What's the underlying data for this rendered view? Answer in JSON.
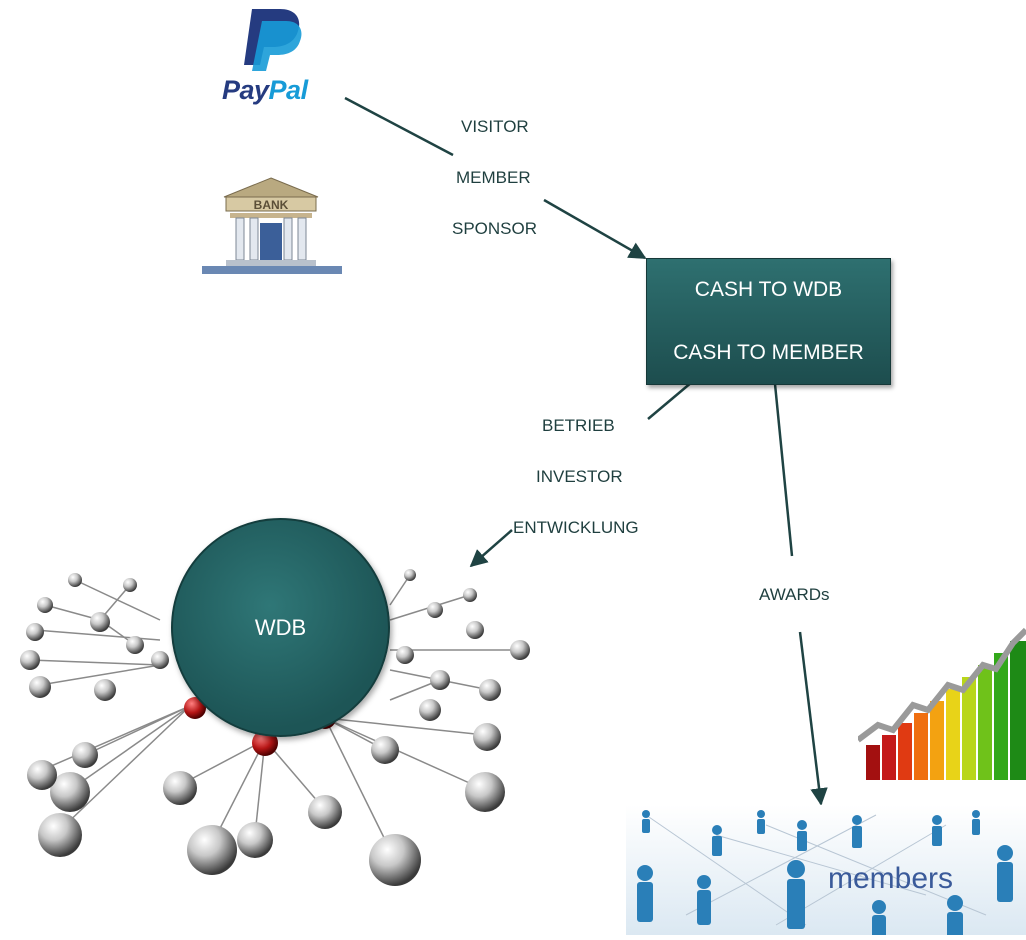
{
  "logos": {
    "paypal_pay": "Pay",
    "paypal_pal": "Pal",
    "bank_sign": "BANK"
  },
  "flow_labels": {
    "visitor": "VISITOR",
    "member": "MEMBER",
    "sponsor": "SPONSOR",
    "betrieb": "BETRIEB",
    "investor": "INVESTOR",
    "entwicklung": "ENTWICKLUNG",
    "awards": "AWARDs"
  },
  "cash_box": {
    "line1": "CASH TO WDB",
    "line2": "CASH TO MEMBER"
  },
  "network": {
    "center_label": "WDB"
  },
  "members_image": {
    "word": "members"
  },
  "colors": {
    "teal_dark": "#1d4d4e",
    "teal": "#2e7070",
    "arrow": "#1f4343",
    "paypal_dark_blue": "#253b80",
    "paypal_light_blue": "#179bd7"
  }
}
